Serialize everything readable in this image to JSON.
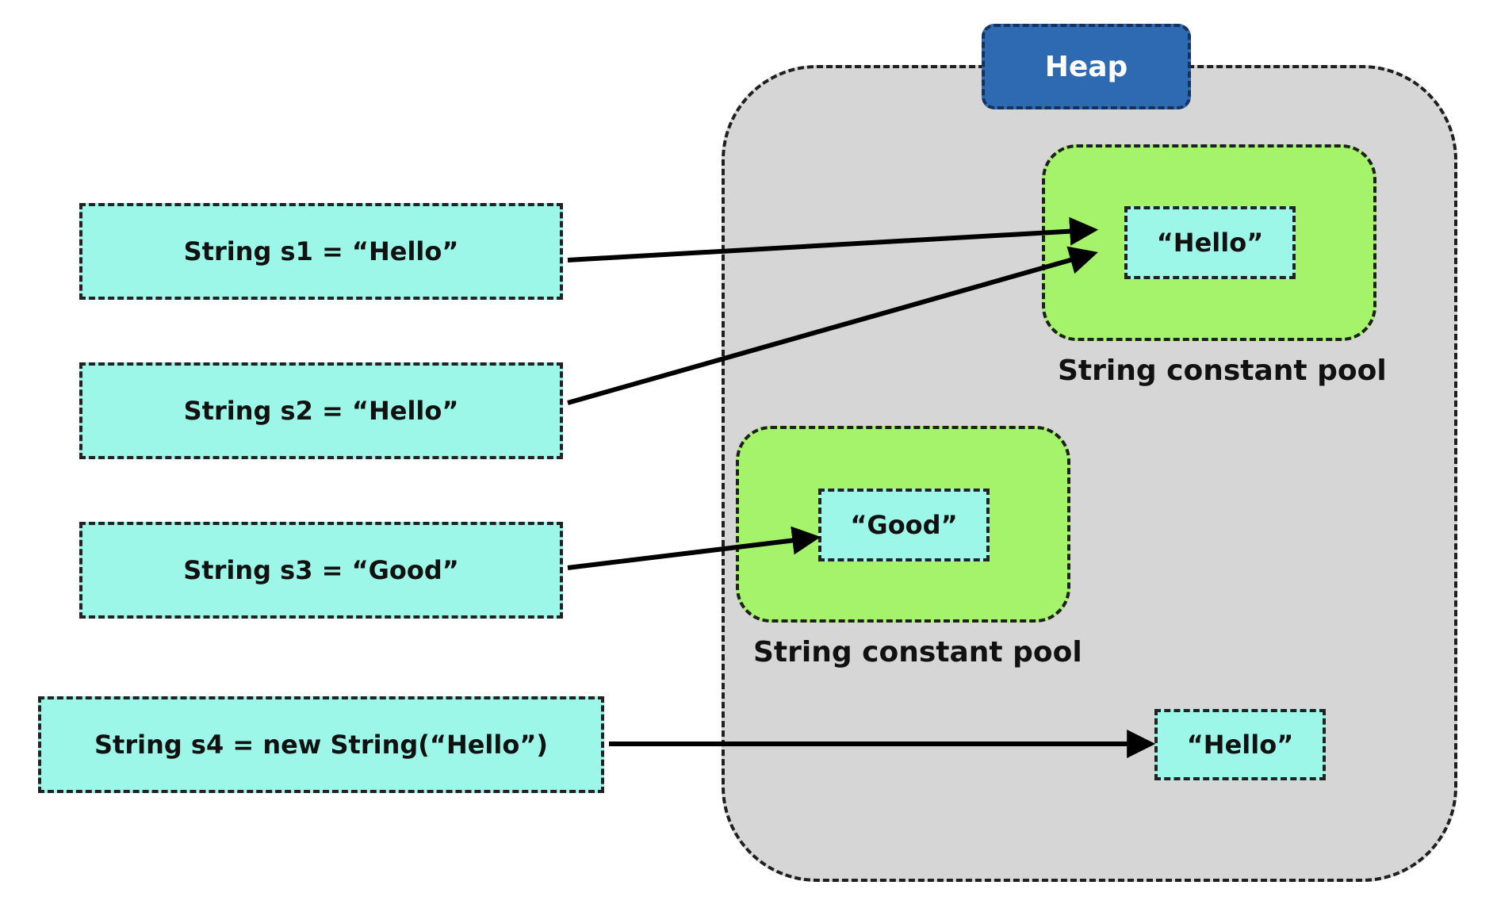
{
  "heap": {
    "label": "Heap"
  },
  "pools": [
    {
      "label": "String constant pool",
      "literal": "“Hello”"
    },
    {
      "label": "String constant pool",
      "literal": "“Good”"
    }
  ],
  "heap_object": {
    "literal": "“Hello”"
  },
  "declarations": [
    "String s1 = “Hello”",
    "String s2 = “Hello”",
    "String s3 = “Good”",
    "String s4 = new String(“Hello”)"
  ],
  "colors": {
    "heap_fill": "#d6d6d6",
    "heap_tab": "#2e6ab1",
    "pool_fill": "#a5f36b",
    "box_fill": "#9cf7e8"
  }
}
